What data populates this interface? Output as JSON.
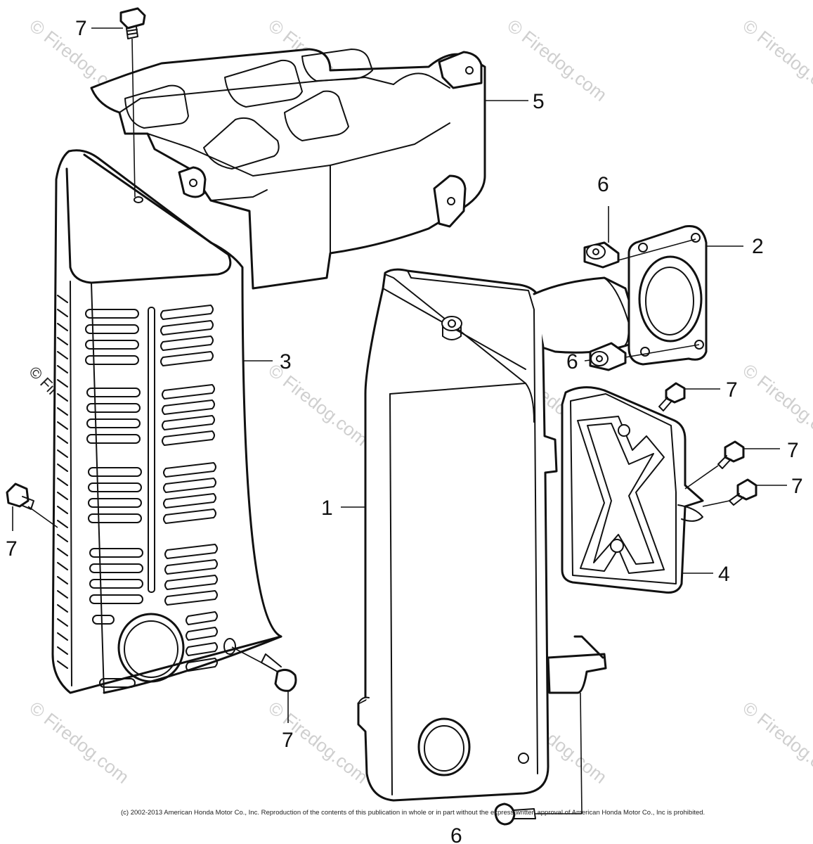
{
  "watermark": "© Firedog.com",
  "callouts": {
    "c1": "1",
    "c2": "2",
    "c3": "3",
    "c4": "4",
    "c5": "5",
    "c6a": "6",
    "c6b": "6",
    "c6c": "6",
    "c7a": "7",
    "c7b": "7",
    "c7c": "7",
    "c7d": "7",
    "c7e": "7",
    "c7f": "7"
  },
  "copyright": "(c) 2002-2013 American Honda Motor Co., Inc. Reproduction of the contents of this publication in whole or in part without the express written approval of American Honda Motor Co., Inc is prohibited."
}
